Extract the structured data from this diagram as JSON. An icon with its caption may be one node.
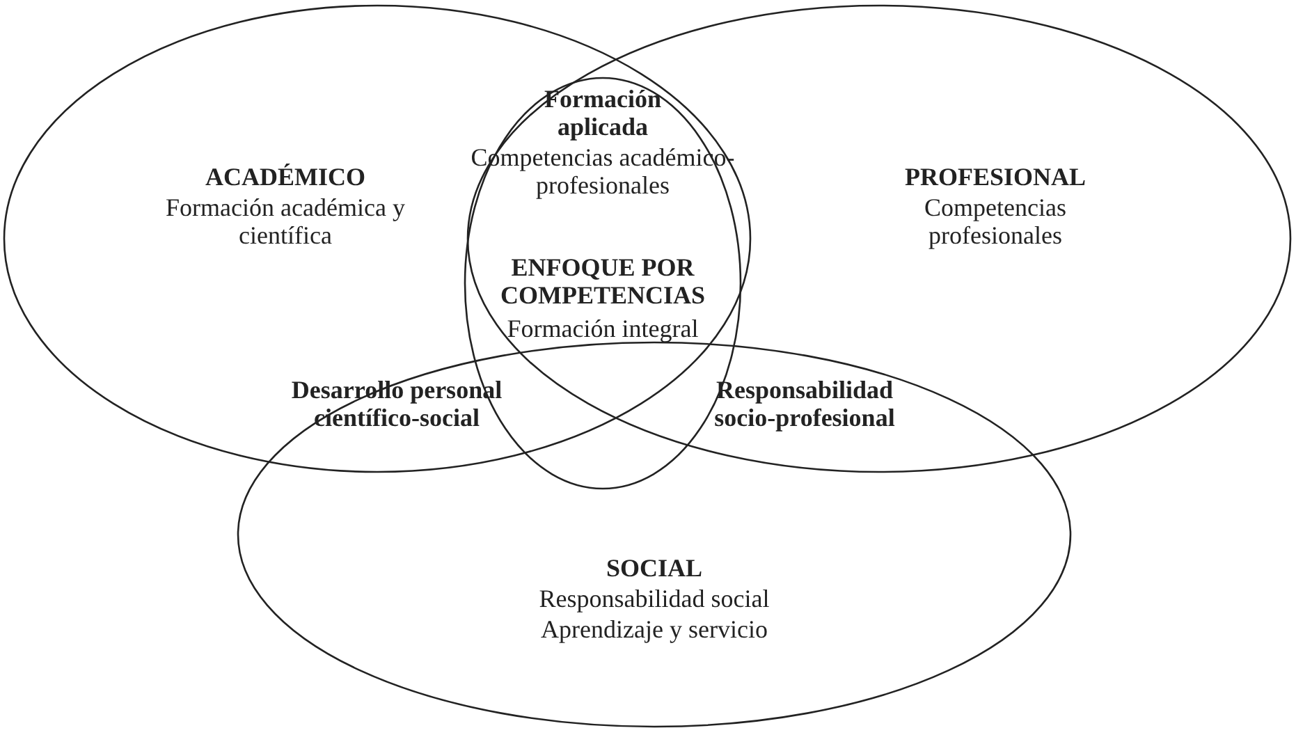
{
  "diagram": {
    "nodes": [
      {
        "text": [
          "ACADÉMICO",
          "Formación académica y científica"
        ]
      },
      {
        "text": [
          "PROFESIONAL",
          "Competencias profesionales"
        ]
      },
      {
        "text": [
          "SOCIAL",
          "Responsabilidad social",
          "Aprendizaje y servicio"
        ]
      },
      {
        "text": [
          "Formación aplicada",
          "Competencias académico-profesionales",
          "ENFOQUE POR COMPETENCIAS",
          "Formación integral"
        ]
      }
    ],
    "labels": [
      "Desarrollo personal científico-social",
      "Responsabilidad socio-profesional"
    ]
  }
}
